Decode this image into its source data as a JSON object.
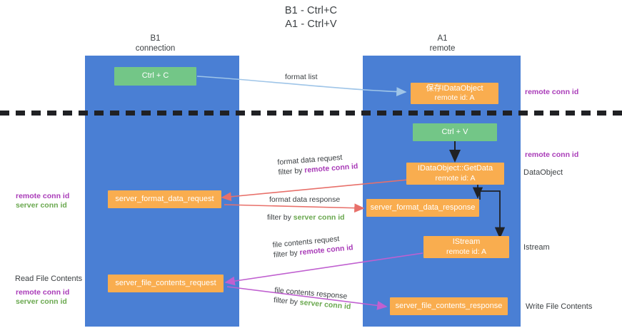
{
  "title": {
    "line1": "B1 - Ctrl+C",
    "line2": "A1 - Ctrl+V"
  },
  "columns": [
    {
      "name": "B1",
      "sub": "connection"
    },
    {
      "name": "A1",
      "sub": "remote"
    }
  ],
  "nodes": {
    "ctrl_c": {
      "label": "Ctrl + C",
      "sub": ""
    },
    "ctrl_v": {
      "label": "Ctrl + V",
      "sub": ""
    },
    "store_dataobject": {
      "label": "保存IDataObject",
      "sub": "remote id: A"
    },
    "getdata": {
      "label": "IDataObject::GetData",
      "sub": "remote id: A"
    },
    "istream": {
      "label": "IStream",
      "sub": "remote id: A"
    },
    "server_format_data_request": {
      "label": "server_format_data_request",
      "sub": ""
    },
    "server_format_data_response": {
      "label": "server_format_data_response",
      "sub": ""
    },
    "server_file_contents_request": {
      "label": "server_file_contents_request",
      "sub": ""
    },
    "server_file_contents_response": {
      "label": "server_file_contents_response",
      "sub": ""
    }
  },
  "edge_labels": {
    "format_list": "format list",
    "format_data_request": "format data request",
    "format_data_request_filter_prefix": "filter by ",
    "format_data_request_filter_key": "remote conn id",
    "format_data_response": "format data response",
    "format_data_response_filter_prefix": "filter by ",
    "format_data_response_filter_key": "server conn id",
    "file_contents_request": "file contents request",
    "file_contents_request_filter_prefix": "filter by ",
    "file_contents_request_filter_key": "remote conn id",
    "file_contents_response": "file contents response",
    "file_contents_response_filter_prefix": "filter by ",
    "file_contents_response_filter_key": "server conn id"
  },
  "annotations": {
    "right_top_remote_conn_id": "remote conn id",
    "right_mid_remote_conn_id": "remote conn id",
    "right_dataobject": "DataObject",
    "right_istream": "Istream",
    "right_write_file_contents": "Write File Contents",
    "left_remote_conn_id_1": "remote conn id",
    "left_server_conn_id_1": "server conn id",
    "left_read_file_contents": "Read File Contents",
    "left_remote_conn_id_2": "remote conn id",
    "left_server_conn_id_2": "server conn id"
  },
  "colors": {
    "lane": "#4a7fd4",
    "green_node": "#73c687",
    "orange_node": "#f9ad4f",
    "purple_text": "#a93bb8",
    "green_text": "#6aa84f",
    "arrow_blue": "#9fc5e8",
    "arrow_red": "#e8706a",
    "arrow_magenta": "#c060d0",
    "arrow_dark": "#202124",
    "separator": "#202124",
    "background": "#ffffff"
  }
}
